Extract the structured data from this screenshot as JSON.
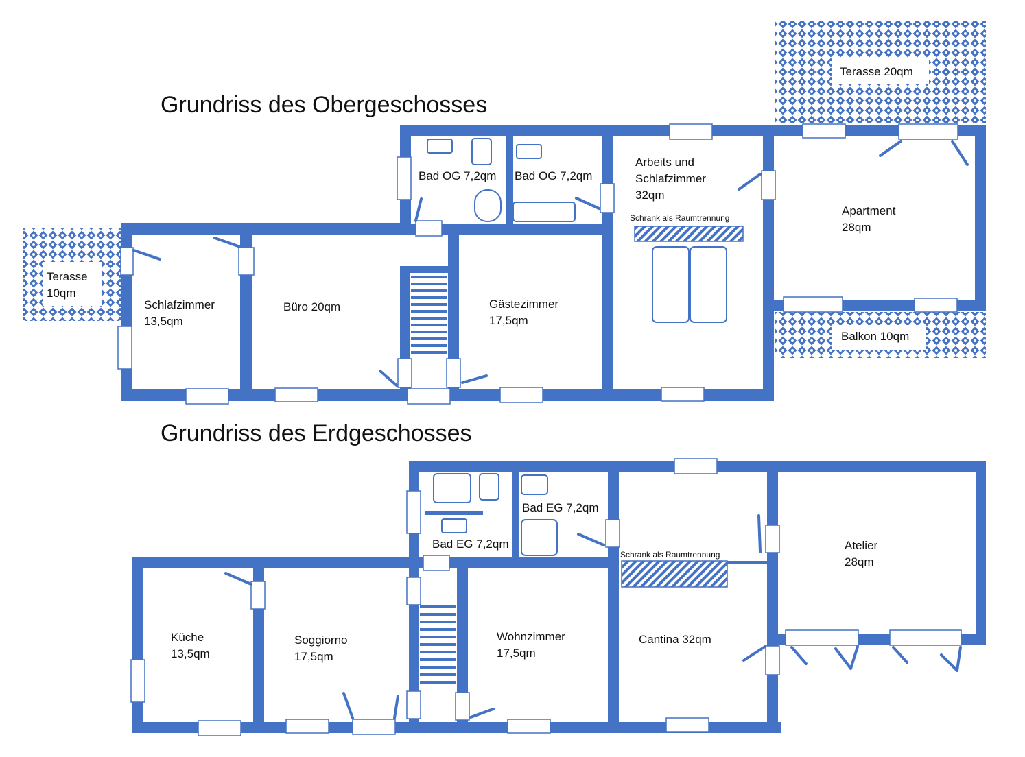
{
  "titles": {
    "upper": "Grundriss des Obergeschosses",
    "lower": "Grundriss des Erdgeschosses"
  },
  "upper_floor": {
    "terrace_top": "Terasse 20qm",
    "terrace_left_1": "Terasse",
    "terrace_left_2": "10qm",
    "balcony": "Balkon 10qm",
    "bath1": "Bad OG 7,2qm",
    "bath2": "Bad OG 7,2qm",
    "work_bed_1": "Arbeits und",
    "work_bed_2": "Schlafzimmer",
    "work_bed_3": "32qm",
    "wardrobe": "Schrank als Raumtrennung",
    "apartment_1": "Apartment",
    "apartment_2": "28qm",
    "bedroom_1": "Schlafzimmer",
    "bedroom_2": "13,5qm",
    "office": "Büro 20qm",
    "guest_1": "Gästezimmer",
    "guest_2": "17,5qm"
  },
  "ground_floor": {
    "bath1": "Bad EG  7,2qm",
    "bath2": "Bad EG  7,2qm",
    "wardrobe": "Schrank als Raumtrennung",
    "atelier_1": "Atelier",
    "atelier_2": "28qm",
    "kitchen_1": "Küche",
    "kitchen_2": "13,5qm",
    "soggiorno_1": "Soggiorno",
    "soggiorno_2": "17,5qm",
    "living_1": "Wohnzimmer",
    "living_2": "17,5qm",
    "cantina": "Cantina 32qm"
  },
  "colors": {
    "wall": "#4472c4",
    "window_fill": "#ffffff",
    "tile_bg": "#ffffff",
    "tile_dot": "#4472c4"
  }
}
